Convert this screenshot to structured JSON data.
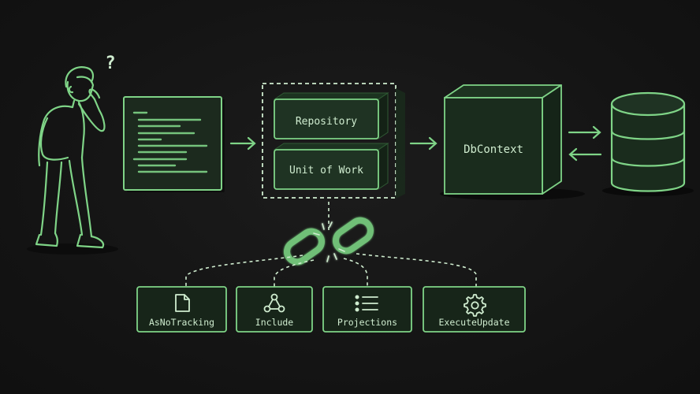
{
  "labels": {
    "question_mark": "?",
    "repository": "Repository",
    "unit_of_work": "Unit of Work",
    "dbcontext": "DbContext"
  },
  "features": [
    {
      "label": "AsNoTracking",
      "icon": "document-icon"
    },
    {
      "label": "Include",
      "icon": "graph-nodes-icon"
    },
    {
      "label": "Projections",
      "icon": "list-icon"
    },
    {
      "label": "ExecuteUpdate",
      "icon": "gear-icon"
    }
  ],
  "colors": {
    "background": "#141414",
    "stroke": "#7fd487",
    "fill_dark": "#1a2a1c",
    "fill_face": "#223a25",
    "shadow": "#0b0b0b",
    "text": "#cfeccf"
  }
}
